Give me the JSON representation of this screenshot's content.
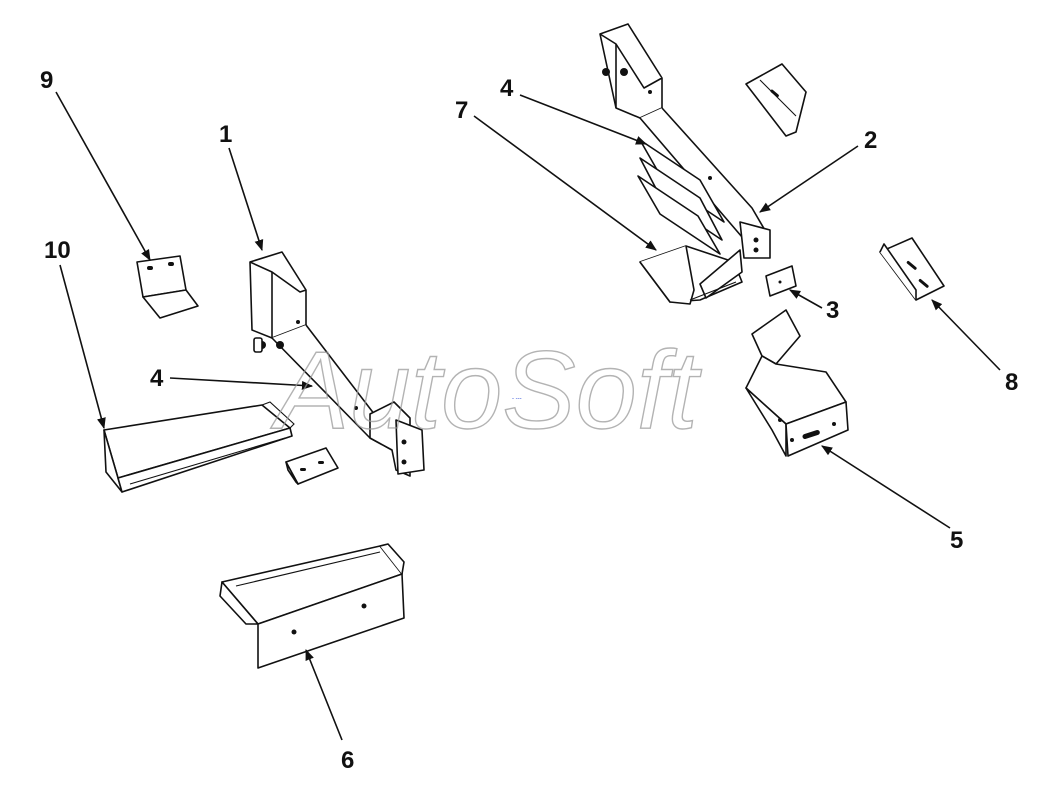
{
  "diagram": {
    "callouts": [
      {
        "id": "9",
        "text": "9"
      },
      {
        "id": "1",
        "text": "1"
      },
      {
        "id": "10",
        "text": "10"
      },
      {
        "id": "4a",
        "text": "4"
      },
      {
        "id": "4b",
        "text": "4"
      },
      {
        "id": "7",
        "text": "7"
      },
      {
        "id": "2",
        "text": "2"
      },
      {
        "id": "3",
        "text": "3"
      },
      {
        "id": "8",
        "text": "8"
      },
      {
        "id": "5",
        "text": "5"
      },
      {
        "id": "6",
        "text": "6"
      }
    ],
    "watermark": {
      "text": "AutoSoft",
      "mark": "-  ---"
    },
    "colors": {
      "line": "#111111",
      "background": "#ffffff",
      "watermark": "#9a9a9a"
    }
  }
}
